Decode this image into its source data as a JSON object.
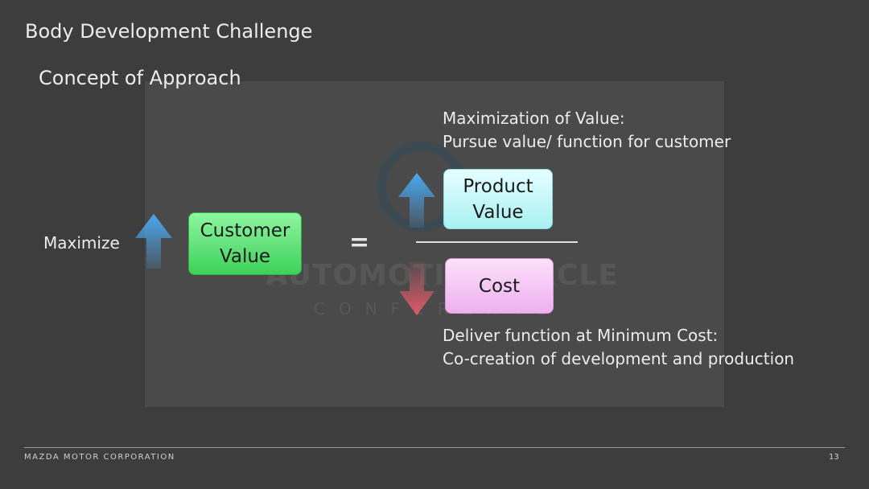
{
  "slide": {
    "title": "Body Development Challenge",
    "subtitle": "Concept of Approach"
  },
  "diagram": {
    "maximize_label": "Maximize",
    "customer_value_line1": "Customer",
    "customer_value_line2": "Value",
    "equals": "=",
    "product_value_line1": "Product",
    "product_value_line2": "Value",
    "cost": "Cost",
    "top_note_line1": "Maximization of Value:",
    "top_note_line2": "Pursue value/ function for customer",
    "bottom_note_line1": "Deliver function at Minimum Cost:",
    "bottom_note_line2": "Co-creation of development and production"
  },
  "watermark": {
    "line1": "AUTOMOTIVE CIRCLE",
    "line2": "CONFERENCE"
  },
  "footer": {
    "company": "MAZDA MOTOR CORPORATION",
    "page_number": "13"
  },
  "colors": {
    "background": "#3d3d3d",
    "panel": "#4a4a4a",
    "customer_value_box": "#5ee878",
    "product_value_box": "#c8f7f8",
    "cost_box": "#f6c8f6",
    "up_arrow": "#4aa0e6",
    "down_arrow": "#d85a6a"
  },
  "icons": {
    "maximize_arrow": "arrow-up-icon",
    "product_value_arrow": "arrow-up-icon",
    "cost_arrow": "arrow-down-icon"
  }
}
